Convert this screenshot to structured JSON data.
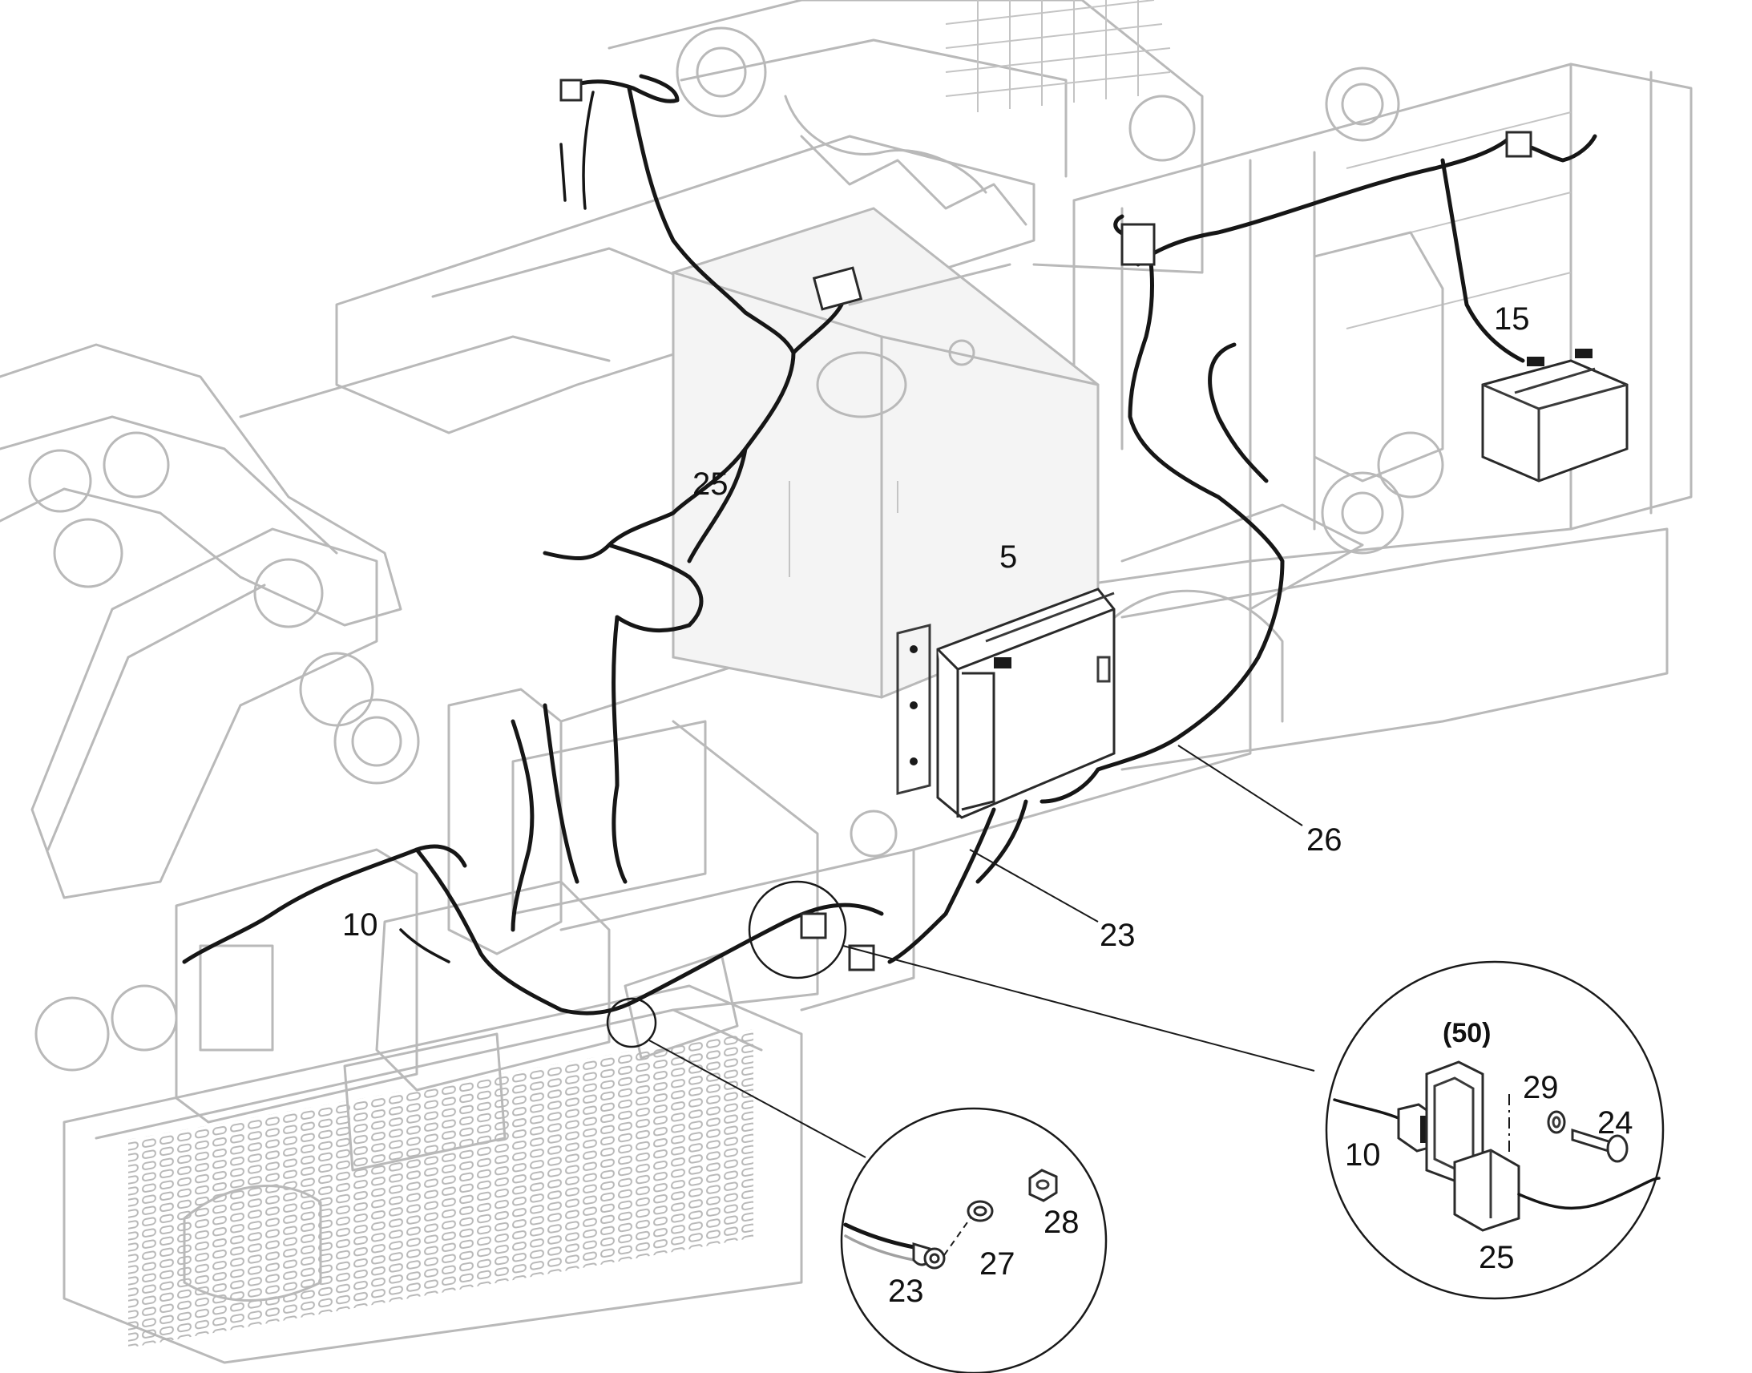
{
  "callouts": [
    {
      "id": "harness-25-main",
      "text": "25"
    },
    {
      "id": "control-unit-5",
      "text": "5"
    },
    {
      "id": "battery-15",
      "text": "15"
    },
    {
      "id": "harness-26",
      "text": "26"
    },
    {
      "id": "harness-23-main",
      "text": "23"
    },
    {
      "id": "harness-10-main",
      "text": "10"
    }
  ],
  "detail_ground": {
    "labels": [
      "23",
      "27",
      "28"
    ]
  },
  "detail_connector": {
    "bracket_label": "(50)",
    "labels": [
      "10",
      "29",
      "24",
      "25"
    ]
  }
}
